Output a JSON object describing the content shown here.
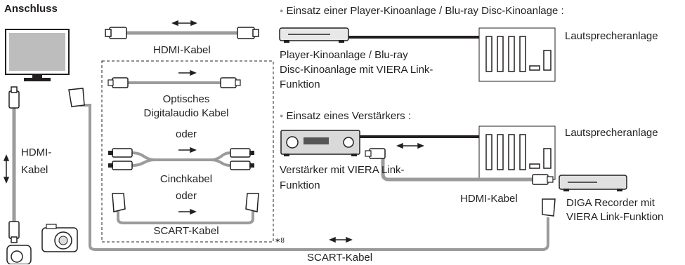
{
  "header": {
    "title": "Anschluss"
  },
  "left": {
    "hdmi_cable_top": "HDMI-Kabel",
    "optical_line1": "Optisches",
    "optical_line2": "Digitalaudio Kabel",
    "or_1": "oder",
    "cinch_cable": "Cinchkabel",
    "or_2": "oder",
    "scart_inner": "SCART-Kabel",
    "hdmi_vertical_line1": "HDMI-",
    "hdmi_vertical_line2": "Kabel",
    "footnote": "∗8"
  },
  "right": {
    "heading_player": "Einsatz einer Player-Kinoanlage / Blu-ray Disc-Kinoanlage :",
    "speaker_top": "Lautsprecheranlage",
    "player_caption": [
      "Player-Kinoanlage / Blu-ray",
      "Disc-Kinoanlage mit VIERA Link-",
      "Funktion"
    ],
    "heading_amp": "Einsatz eines Verstärkers :",
    "speaker_bottom": "Lautsprecheranlage",
    "amp_caption": [
      "Verstärker mit VIERA Link-",
      "Funktion"
    ],
    "hdmi_cable_right": "HDMI-Kabel",
    "diga_caption": [
      "DIGA Recorder mit",
      "VIERA Link-Funktion"
    ],
    "scart_bottom": "SCART-Kabel"
  },
  "colors": {
    "cable": "#9b9b9b",
    "device": "#555555",
    "outline": "#231f20"
  }
}
